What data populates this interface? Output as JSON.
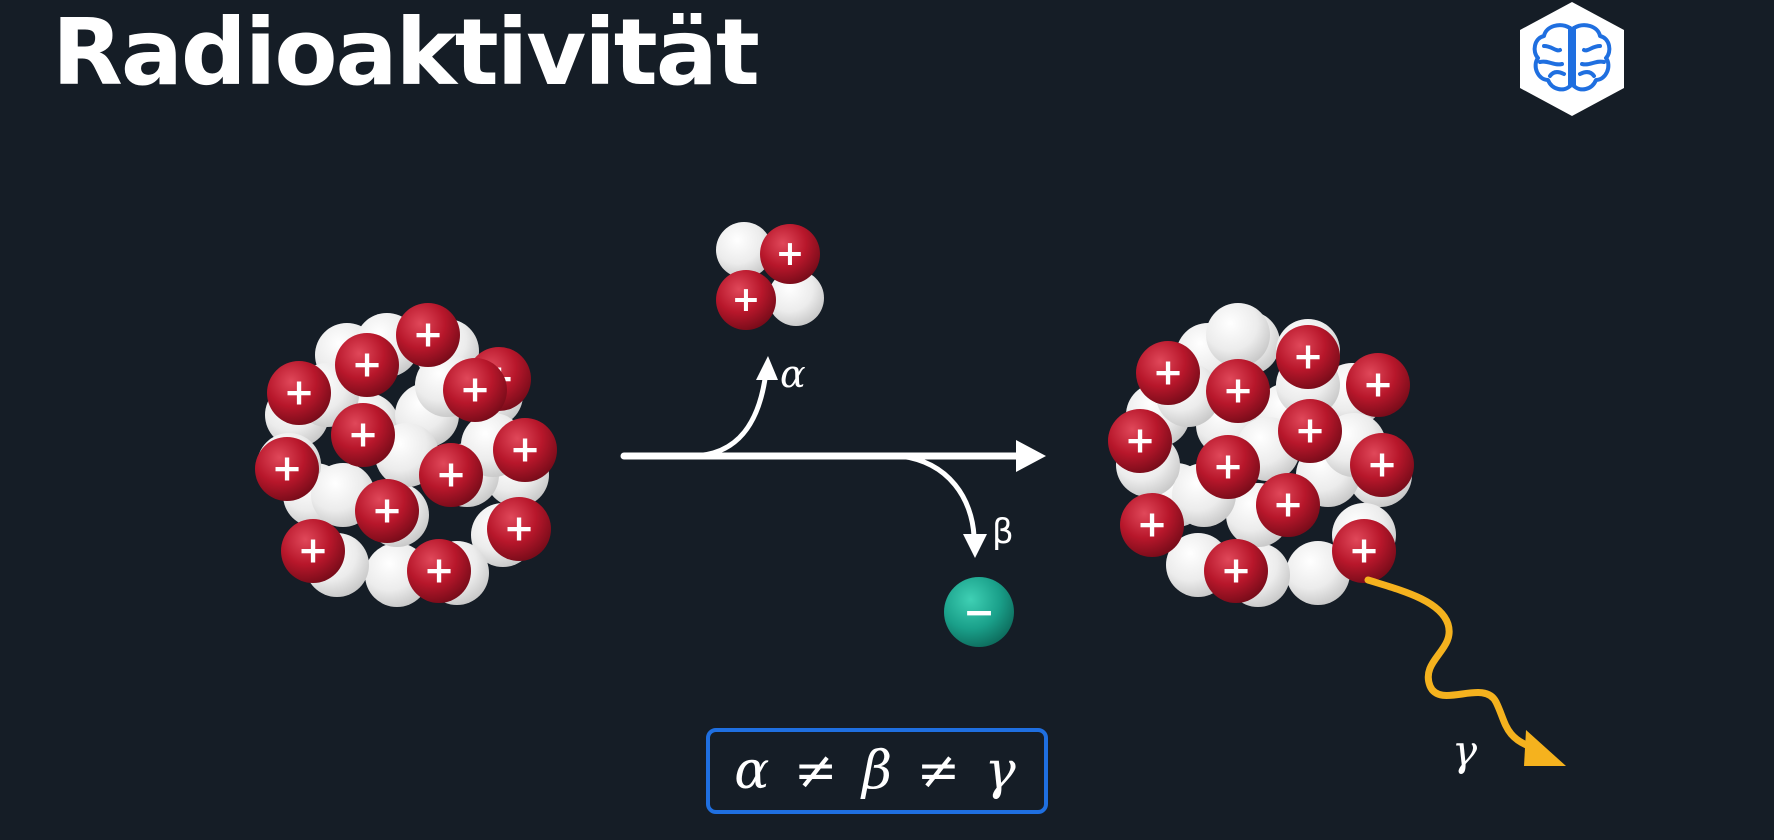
{
  "title": "Radioaktivität",
  "logo": {
    "icon": "brain-icon",
    "bg": "#ffffff",
    "color": "#1f6fe0"
  },
  "labels": {
    "alpha": "α",
    "beta": "β",
    "gamma": "γ"
  },
  "formula": "α ≠ β ≠ γ",
  "colors": {
    "background": "#151d26",
    "proton": "#b8172b",
    "neutron": "#ececec",
    "electron": "#1aa08a",
    "gamma_ray": "#f5b21e",
    "arrow": "#ffffff",
    "formula_border": "#1f6fe0"
  },
  "particles": {
    "proton_sign": "+",
    "electron_sign": "−"
  }
}
